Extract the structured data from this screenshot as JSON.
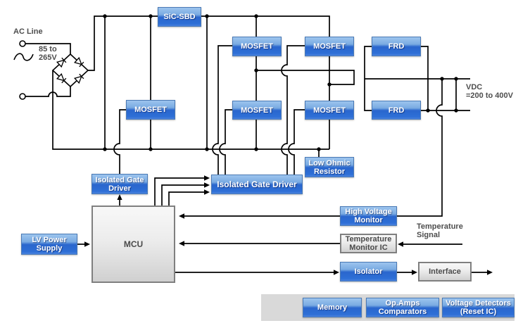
{
  "labels": {
    "ac_line": "AC Line",
    "ac_voltage": "85 to\n265V",
    "vdc": "VDC\n=200 to 400V",
    "temperature_signal": "Temperature\nSignal"
  },
  "blocks": {
    "sic_sbd": "SiC-SBD",
    "mosfet_pfc": "MOSFET",
    "mosfet_top_left": "MOSFET",
    "mosfet_top_right": "MOSFET",
    "mosfet_bottom_left": "MOSFET",
    "mosfet_bottom_right": "MOSFET",
    "frd_top": "FRD",
    "frd_bottom": "FRD",
    "low_ohmic_resistor": "Low Ohmic\nResistor",
    "isolated_gate_driver_left": "Isolated Gate\nDriver",
    "isolated_gate_driver_right": "Isolated Gate Driver",
    "mcu": "MCU",
    "lv_power_supply": "LV Power\nSupply",
    "high_voltage_monitor": "High Voltage\nMonitor",
    "temperature_monitor_ic": "Temperature\nMonitor IC",
    "isolator": "Isolator",
    "interface": "Interface",
    "memory": "Memory",
    "op_amps_comparators": "Op.Amps\nComparators",
    "voltage_detectors": "Voltage Detectors\n(Reset IC)"
  },
  "colors": {
    "block_blue_top": "#9cc4ee",
    "block_blue": "#2e6fd6",
    "block_border_blue": "#4a79b5",
    "gray_block_text": "#4a4a4a",
    "label_text": "#4d4d4d",
    "bottom_bar": "#d9d9d9",
    "wire": "#000000"
  }
}
